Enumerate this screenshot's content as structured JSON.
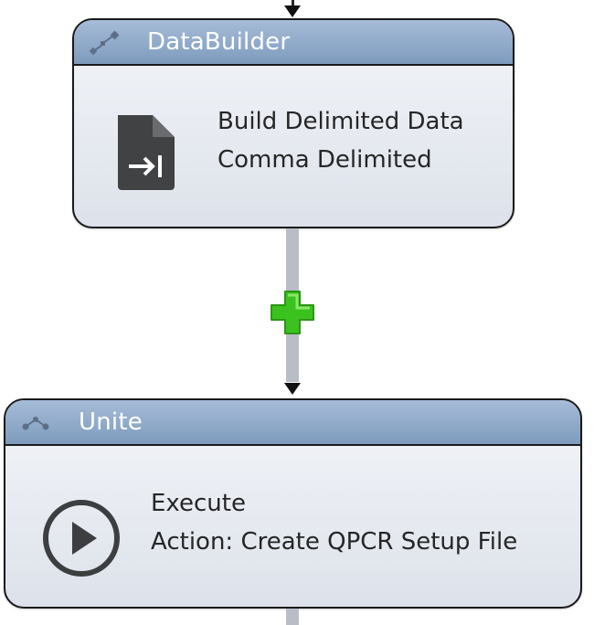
{
  "nodes": [
    {
      "title": "DataBuilder",
      "header_icon": "connector-nodes-icon",
      "body_icon": "build-delimited-data-icon",
      "lines": [
        "Build Delimited Data",
        "Comma Delimited"
      ]
    },
    {
      "title": "Unite",
      "header_icon": "connector-nodes-icon",
      "body_icon": "execute-play-icon",
      "lines": [
        "Execute",
        "Action: Create QPCR Setup File"
      ]
    }
  ],
  "connector": {
    "icon": "add-step-plus-icon",
    "color": "#3cc21f"
  },
  "colors": {
    "header_top": "#a6bcd8",
    "header_bottom": "#7e9bbd",
    "body_top": "#f3f5f9",
    "body_bottom": "#dde2ea",
    "border": "#1a1a1a",
    "connector_line": "#b9bec6"
  }
}
